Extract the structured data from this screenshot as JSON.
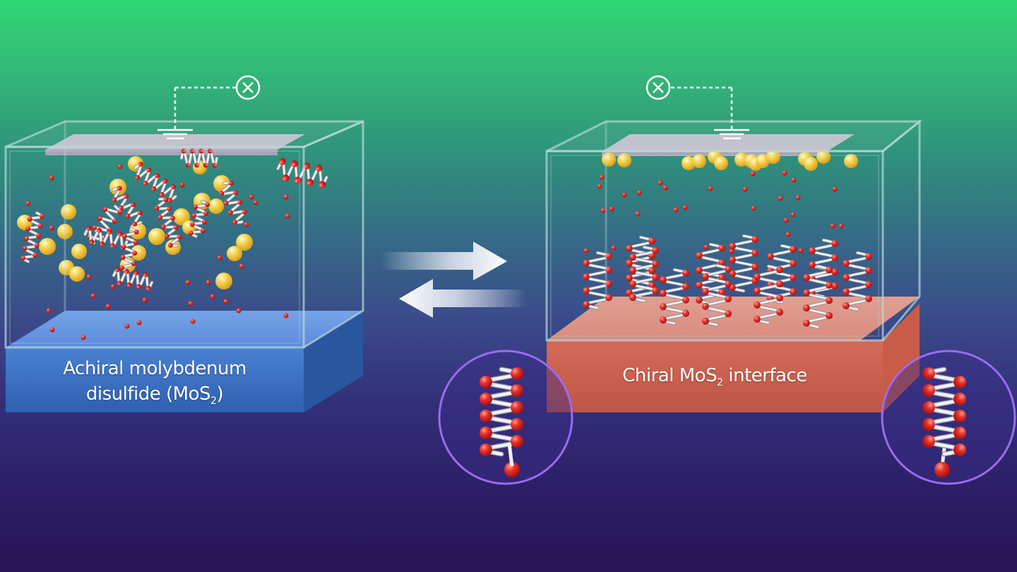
{
  "left_panel": {
    "substrate_line1": "Achiral molybdenum",
    "substrate_line2_prefix": "disulfide (MoS",
    "substrate_line2_sub": "2",
    "substrate_line2_suffix": ")",
    "substrate_color": "#3b74c4",
    "state": "disordered molecules in solution"
  },
  "right_panel": {
    "substrate_prefix": "Chiral MoS",
    "substrate_sub": "2",
    "substrate_suffix": " interface",
    "substrate_color": "#d06855",
    "state": "aligned chiral helices on surface"
  },
  "symbols": {
    "meter": "circle-x-meter-icon",
    "ground": "ground-icon",
    "arrows": "reversible-equilibrium-arrows-icon",
    "molecule": "helix-molecule-icon"
  },
  "colors": {
    "bg_top": "#2fd773",
    "bg_bottom": "#271457",
    "gold_particle": "#f3cd48",
    "red_atom": "#e8302a",
    "helix": "#e8e8ea",
    "inset_ring": "#9b6bf0"
  }
}
